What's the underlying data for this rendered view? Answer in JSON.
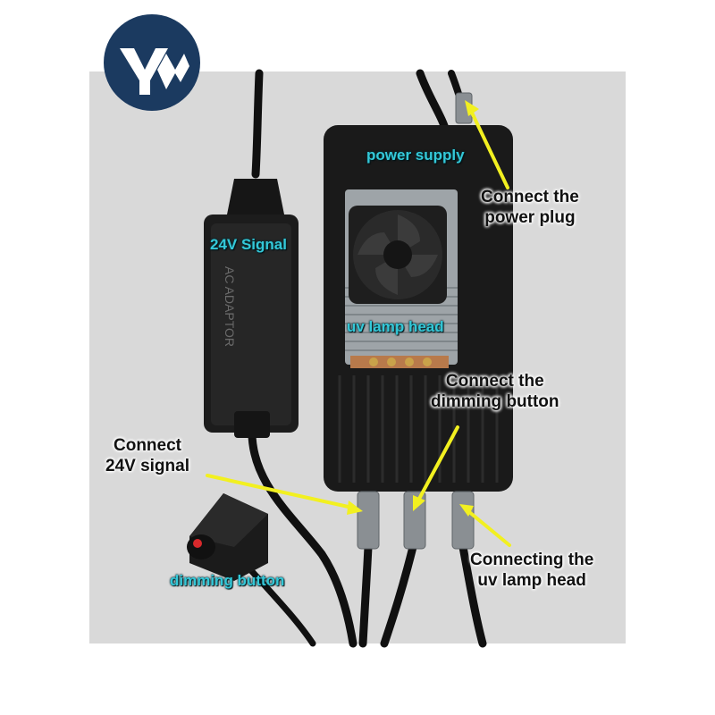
{
  "brand": {
    "logo_text": "YM",
    "accent_color": "#1b3a60"
  },
  "labels": {
    "power_supply": "power supply",
    "signal_24v": "24V Signal",
    "uv_lamp_head": "uv lamp head",
    "dimming_button": "dimming button",
    "connect_power_plug": [
      "Connect the",
      "power plug"
    ],
    "connect_dimming_button": [
      "Connect the",
      "dimming button"
    ],
    "connect_24v_signal": [
      "Connect",
      "24V signal"
    ],
    "connecting_uv_lamp_head": [
      "Connecting the",
      "uv lamp head"
    ]
  },
  "adapter_text": "AC ADAPTOR",
  "colors": {
    "label_cyan": "#34c8d8",
    "arrow_yellow": "#f2f020",
    "device_black": "#1a1a1a"
  }
}
